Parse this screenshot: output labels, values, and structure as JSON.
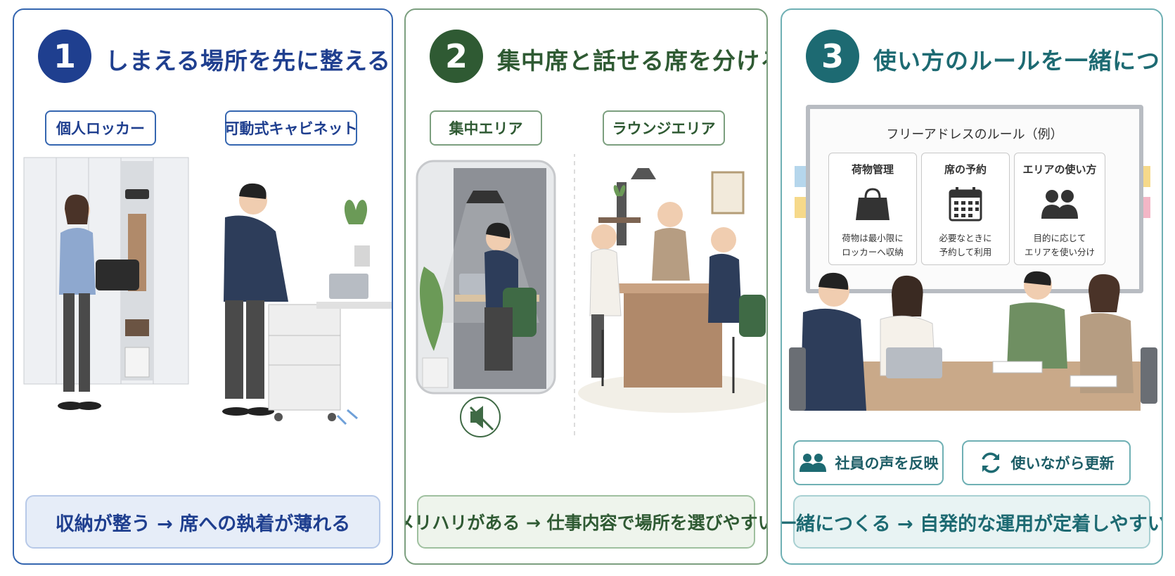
{
  "panels": [
    {
      "number": "1",
      "title": "しまえる場所を先に整える",
      "accent": "#1f3f8f",
      "chips": [
        "個人ロッカー",
        "可動式キャビネット"
      ],
      "summary": "収納が整う → 席への執着が薄れる"
    },
    {
      "number": "2",
      "title": "集中席と話せる席を分ける",
      "accent": "#2f5a33",
      "chips": [
        "集中エリア",
        "ラウンジエリア"
      ],
      "summary": "メリハリがある → 仕事内容で場所を選びやすい"
    },
    {
      "number": "3",
      "title": "使い方のルールを一緒につくる",
      "accent": "#1d6a72",
      "board_title": "フリーアドレスのルール（例）",
      "rules": [
        {
          "name": "荷物管理",
          "icon": "bag-icon",
          "line1": "荷物は最小限に",
          "line2": "ロッカーへ収納"
        },
        {
          "name": "席の予約",
          "icon": "calendar-icon",
          "line1": "必要なときに",
          "line2": "予約して利用"
        },
        {
          "name": "エリアの使い方",
          "icon": "people-icon",
          "line1": "目的に応じて",
          "line2": "エリアを使い分け"
        }
      ],
      "actions": [
        {
          "label": "社員の声を反映",
          "icon": "people-icon"
        },
        {
          "label": "使いながら更新",
          "icon": "refresh-icon"
        }
      ],
      "summary": "一緒につくる → 自発的な運用が定着しやすい"
    }
  ]
}
